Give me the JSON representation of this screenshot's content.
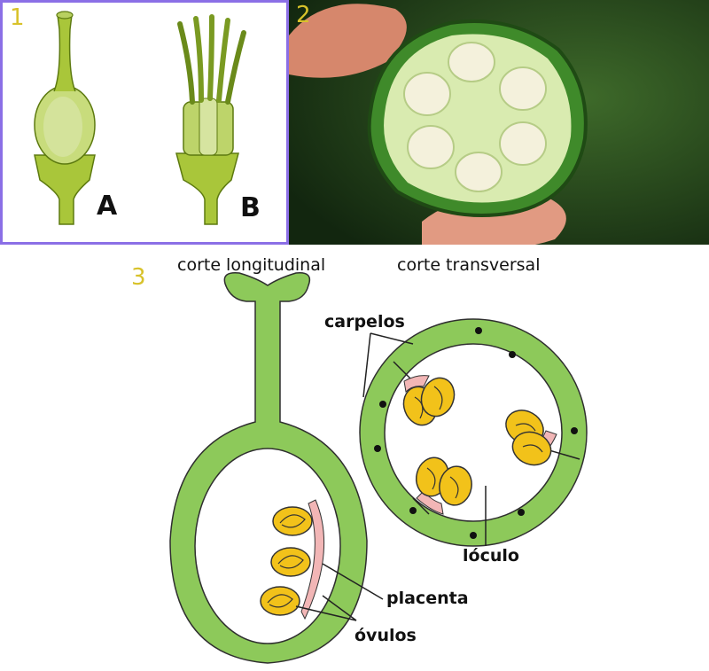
{
  "panels": {
    "p1": {
      "number": "1",
      "label_a": "A",
      "label_b": "B"
    },
    "p2": {
      "number": "2"
    },
    "p3": {
      "number": "3",
      "longitudinal_title": "corte longitudinal",
      "transversal_title": "corte transversal",
      "labels": {
        "carpelos": "carpelos",
        "loculo": "lóculo",
        "placenta": "placenta",
        "ovulos": "óvulos"
      }
    }
  },
  "colors": {
    "tissue_green": "#8dc95a",
    "ovule_yellow": "#f2c21a",
    "placenta_pink": "#f2b6b6",
    "panel1_border": "#8b6fe6",
    "panel_number": "#d8c22a"
  },
  "icons": {
    "flower_a": "single-carpel-pistil-illustration",
    "flower_b": "multi-carpel-pistil-illustration",
    "photo": "cut-fruit-cross-section-photo"
  }
}
